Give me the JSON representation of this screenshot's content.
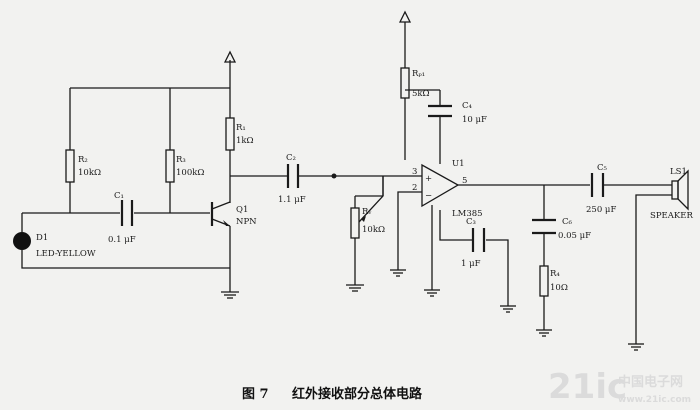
{
  "caption": {
    "fig": "图 7",
    "title": "红外接收部分总体电路"
  },
  "watermark": {
    "main": "21ic",
    "cn": "中国电子网",
    "url": "www.21ic.com"
  },
  "labels": {
    "r1": "R₁",
    "r1_val": "1kΩ",
    "r2": "R₂",
    "r2_val": "10kΩ",
    "r3": "R₃",
    "r3_val": "100kΩ",
    "c1": "C₁",
    "c1_val": "0.1 μF",
    "q1": "Q1",
    "q1_type": "NPN",
    "d1": "D1",
    "d1_type": "LED-YELLOW",
    "c2": "C₂",
    "c2_val": "1.1 μF",
    "rv": "Rᵥ",
    "rv_val": "10kΩ",
    "rp": "Rₚ₁",
    "rp_val": "5kΩ",
    "c4": "C₄",
    "c4_val": "10 μF",
    "u1": "U1",
    "u1_type": "LM385",
    "pin3": "3",
    "pin2": "2",
    "pin5": "5",
    "c3": "C₃",
    "c3_val": "1 μF",
    "c5": "C₅",
    "c5_val": "250 μF",
    "c6": "C₆",
    "c6_val": "0.05 μF",
    "r4": "R₄",
    "r4_val": "10Ω",
    "ls1": "LS1",
    "ls1_type": "SPEAKER"
  }
}
